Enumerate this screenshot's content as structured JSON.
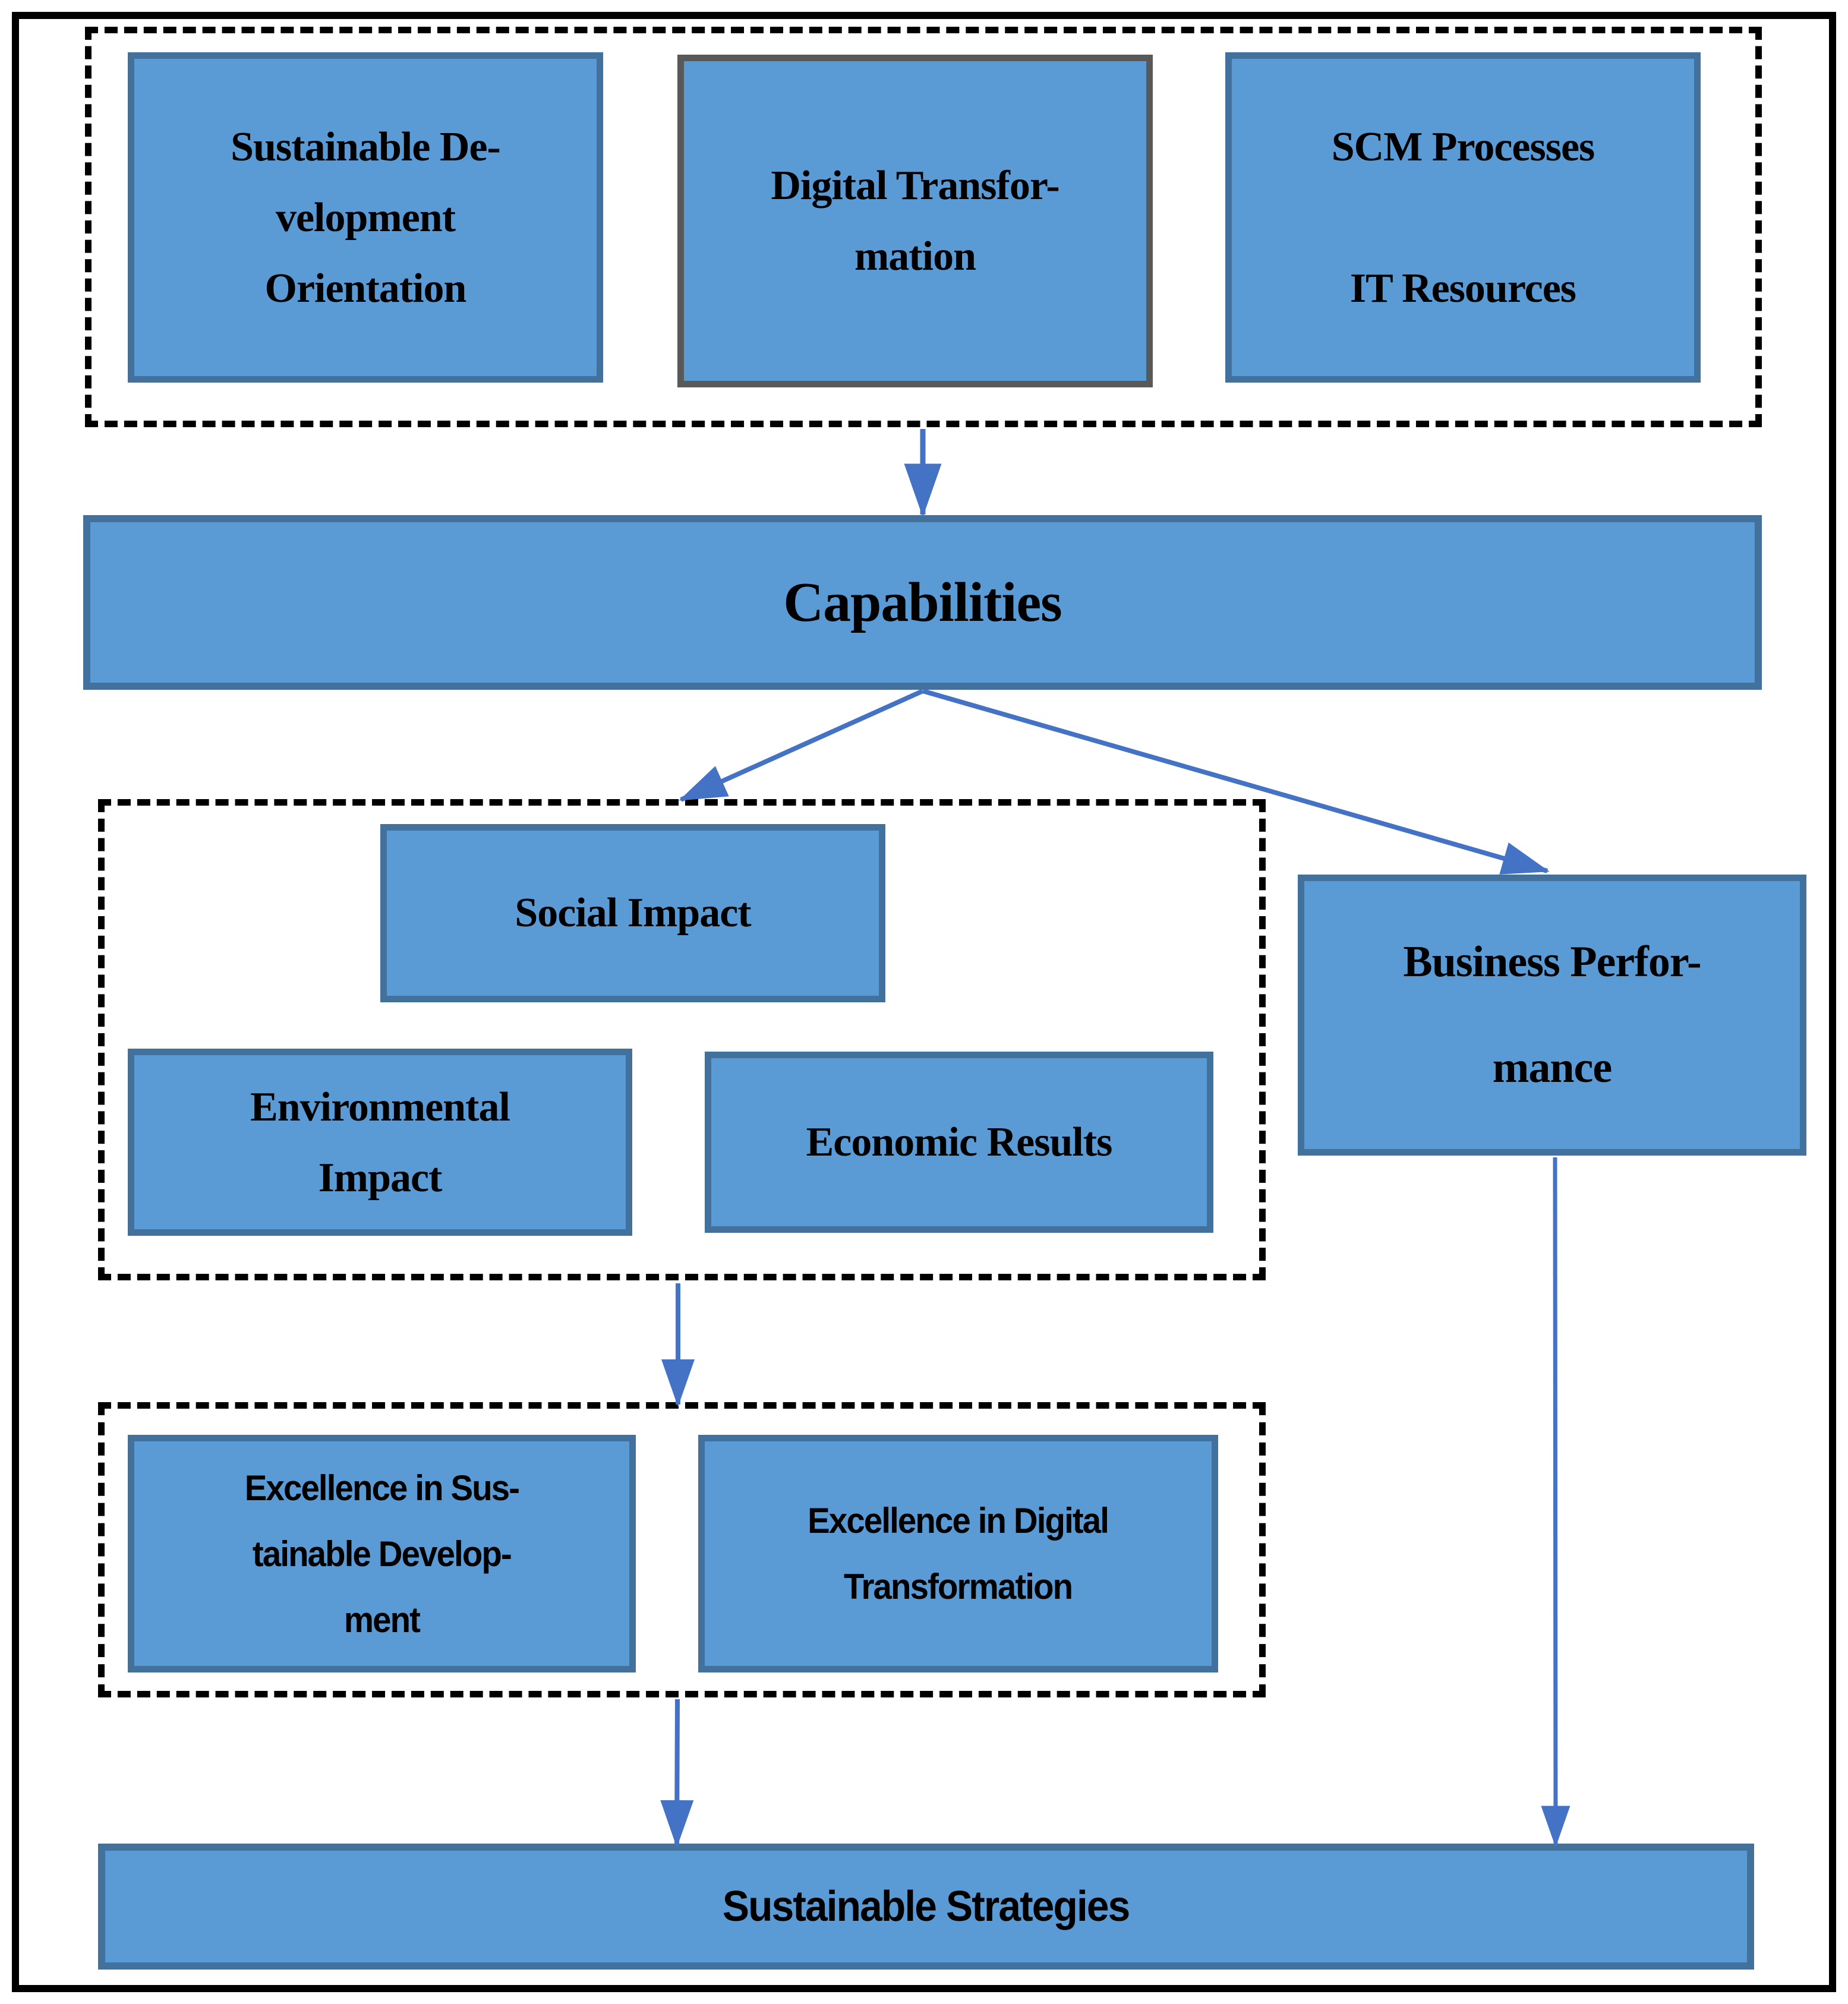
{
  "colors": {
    "box_fill": "#5B9BD5",
    "box_border": "#41719C",
    "gray_border": "#595959",
    "arrow": "#4472C4",
    "frame": "#000000"
  },
  "top_group": {
    "box_sustainable_development": "Sustainable De-\nvelopment\nOrientation",
    "box_digital_transformation": "Digital Transfor-\nmation",
    "box_scm_it": "SCM Processes\n\nIT Resources"
  },
  "capabilities": "Capabilities",
  "impact_group": {
    "social_impact": "Social Impact",
    "environmental_impact": "Environmental\nImpact",
    "economic_results": "Economic Results"
  },
  "business_performance": "Business Perfor-\nmance",
  "excellence_group": {
    "excellence_sustainable": "Excellence in Sus-\ntainable Develop-\nment",
    "excellence_digital": "Excellence in Digital\nTransformation"
  },
  "sustainable_strategies": "Sustainable Strategies"
}
